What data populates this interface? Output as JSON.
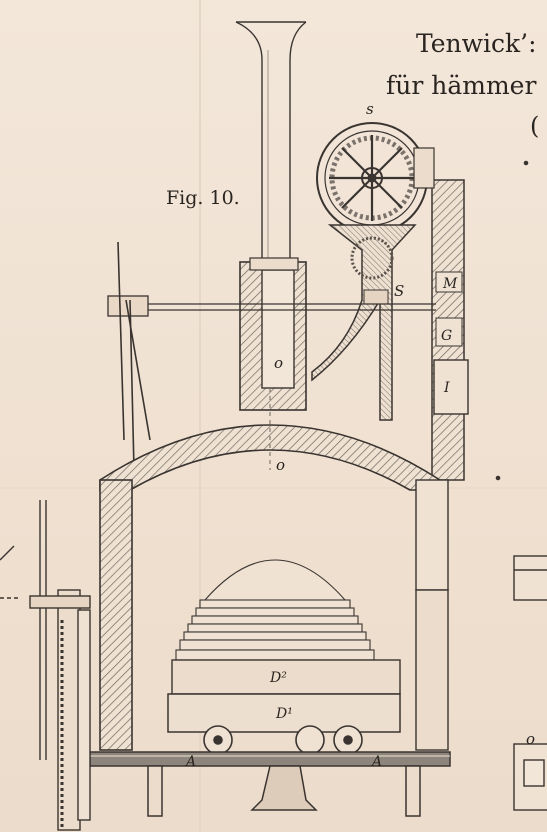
{
  "header": {
    "title_line1": "Tenwick’:",
    "title_line2": "für hämmer",
    "title_paren": "("
  },
  "figure": {
    "caption": "Fig. 10."
  },
  "labels": {
    "s_wheel": "s",
    "S_pinion": "S",
    "M": "M",
    "G": "G",
    "I": "I",
    "o_upper": "o",
    "o_lower": "o",
    "D2": "D²",
    "D1": "D¹",
    "A_left": "A",
    "A_right": "A",
    "o_right": "o"
  },
  "colors": {
    "paper": "#f1e4d6",
    "ink": "#3a3430",
    "hatch": "#7a726b"
  }
}
